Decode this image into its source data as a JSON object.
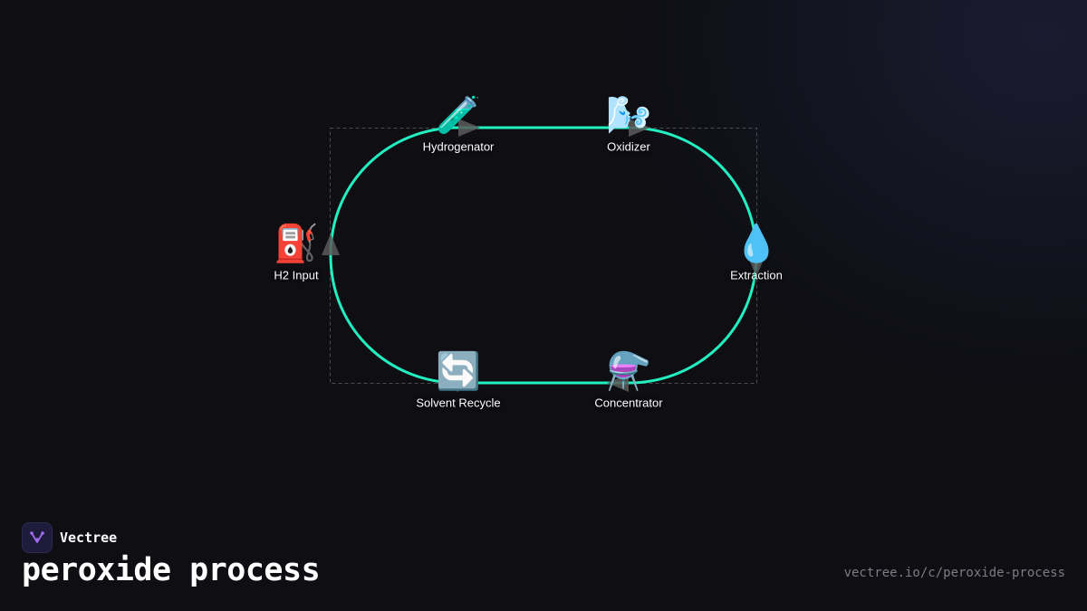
{
  "diagram": {
    "nodes": [
      {
        "id": "hydrogenator",
        "label": "Hydrogenator",
        "icon": "🧪",
        "icon_name": "test-tube-icon"
      },
      {
        "id": "oxidizer",
        "label": "Oxidizer",
        "icon": "🌬️",
        "icon_name": "wind-face-icon"
      },
      {
        "id": "extraction",
        "label": "Extraction",
        "icon": "💧",
        "icon_name": "droplet-icon"
      },
      {
        "id": "concentrator",
        "label": "Concentrator",
        "icon": "⚗️",
        "icon_name": "alembic-icon"
      },
      {
        "id": "solvent_recycle",
        "label": "Solvent Recycle",
        "icon": "🔄",
        "icon_name": "recycle-arrows-icon"
      },
      {
        "id": "h2_input",
        "label": "H2 Input",
        "icon": "⛽",
        "icon_name": "fuel-pump-icon"
      }
    ],
    "colors": {
      "loop": "#22f0c0",
      "arrow": "#5a5a5a",
      "bounding_box": "#4a4a52"
    }
  },
  "brand": {
    "name": "Vectree",
    "logo_icon": "vectree-logo-icon",
    "accent": "#a46cf0"
  },
  "title": "peroxide process",
  "url": "vectree.io/c/peroxide-process"
}
